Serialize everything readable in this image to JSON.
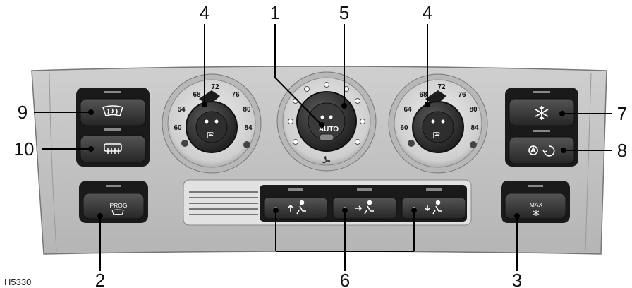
{
  "figure": {
    "reference_code": "H5330",
    "callouts": {
      "c1": "1",
      "c2": "2",
      "c3": "3",
      "c4_left": "4",
      "c4_right": "4",
      "c5": "5",
      "c6": "6",
      "c7": "7",
      "c8": "8",
      "c9": "9",
      "c10": "10"
    },
    "left_dial": {
      "marks": [
        "60",
        "64",
        "68",
        "72",
        "76",
        "80",
        "84"
      ]
    },
    "right_dial": {
      "marks": [
        "60",
        "64",
        "68",
        "72",
        "76",
        "80",
        "84"
      ]
    },
    "center_dial": {
      "label": "AUTO"
    },
    "buttons": {
      "prog": "PROG",
      "max": "MAX"
    },
    "icons": {
      "windscreen": "windscreen-defrost-icon",
      "rear_defrost": "rear-window-defrost-icon",
      "ac": "air-conditioning-snowflake-icon",
      "recirc": "recirculation-icon",
      "fan": "fan-icon",
      "seat_heat": "heated-seat-icon",
      "vent_up": "airflow-face-icon",
      "vent_mid": "airflow-mid-icon",
      "vent_down": "airflow-feet-icon"
    },
    "colors": {
      "panel": "#c4c4c4",
      "button": "#3a3a3a",
      "knob": "#2a2a2a",
      "ink": "#000000"
    }
  }
}
